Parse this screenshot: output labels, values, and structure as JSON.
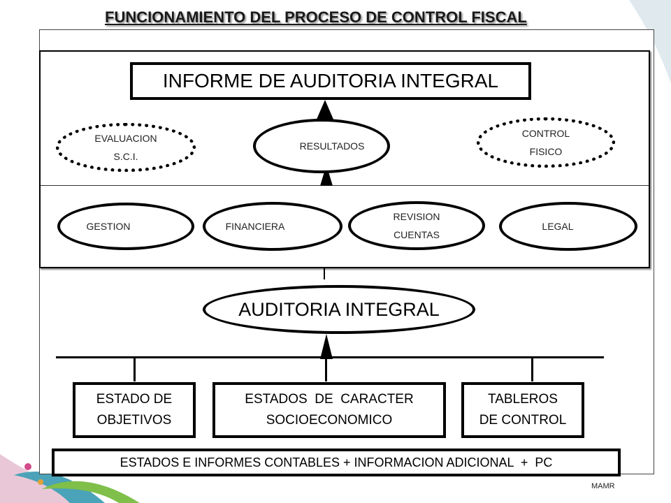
{
  "title": "FUNCIONAMIENTO DEL PROCESO DE CONTROL FISCAL",
  "informe": "INFORME DE AUDITORIA INTEGRAL",
  "top_ellipses": {
    "evaluacion_1": "EVALUACION",
    "evaluacion_2": "S.C.I.",
    "resultados": "RESULTADOS",
    "control_1": "CONTROL",
    "control_2": "FISICO"
  },
  "audit_types": {
    "gestion": "GESTION",
    "financiera": "FINANCIERA",
    "revision_1": "REVISION",
    "revision_2": "CUENTAS",
    "legal": "LEGAL"
  },
  "auditoria": "AUDITORIA INTEGRAL",
  "inputs": {
    "objetivos_1": "ESTADO DE",
    "objetivos_2": "OBJETIVOS",
    "caracter_1": "ESTADOS  DE  CARACTER",
    "caracter_2": "SOCIOECONOMICO",
    "tableros_1": "TABLEROS",
    "tableros_2": "DE CONTROL"
  },
  "estados": "ESTADOS E INFORMES CONTABLES + INFORMACION ADICIONAL  +  PC",
  "footer": "MAMR"
}
